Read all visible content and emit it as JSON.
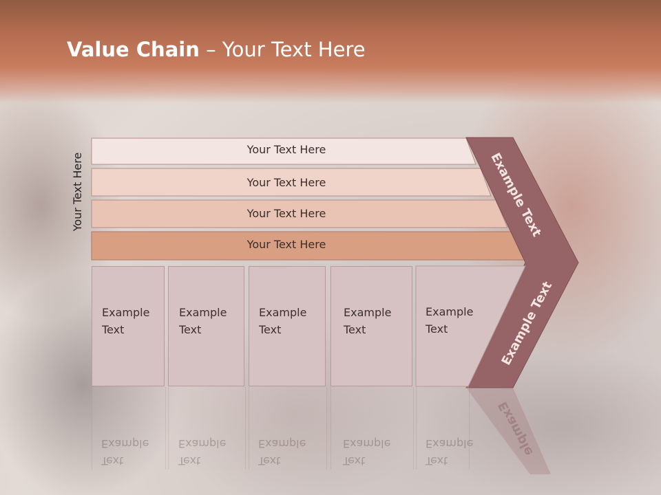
{
  "title": {
    "bold": "Value Chain",
    "rest": " – Your Text Here"
  },
  "side_label": "Your Text Here",
  "rows": [
    "Your Text Here",
    "Your Text Here",
    "Your Text Here",
    "Your Text Here"
  ],
  "cells": [
    {
      "line1": "Example",
      "line2": "Text"
    },
    {
      "line1": "Example",
      "line2": "Text"
    },
    {
      "line1": "Example",
      "line2": "Text"
    },
    {
      "line1": "Example",
      "line2": "Text"
    },
    {
      "line1": "Example",
      "line2": "Text"
    }
  ],
  "chevron": {
    "upper": "Example Text",
    "lower": "Example Text",
    "reflection": "Example"
  },
  "colors": {
    "header": "#c07456",
    "chevron": "#966466",
    "cell": "#d6c2c3",
    "row4": "#d99f82"
  }
}
